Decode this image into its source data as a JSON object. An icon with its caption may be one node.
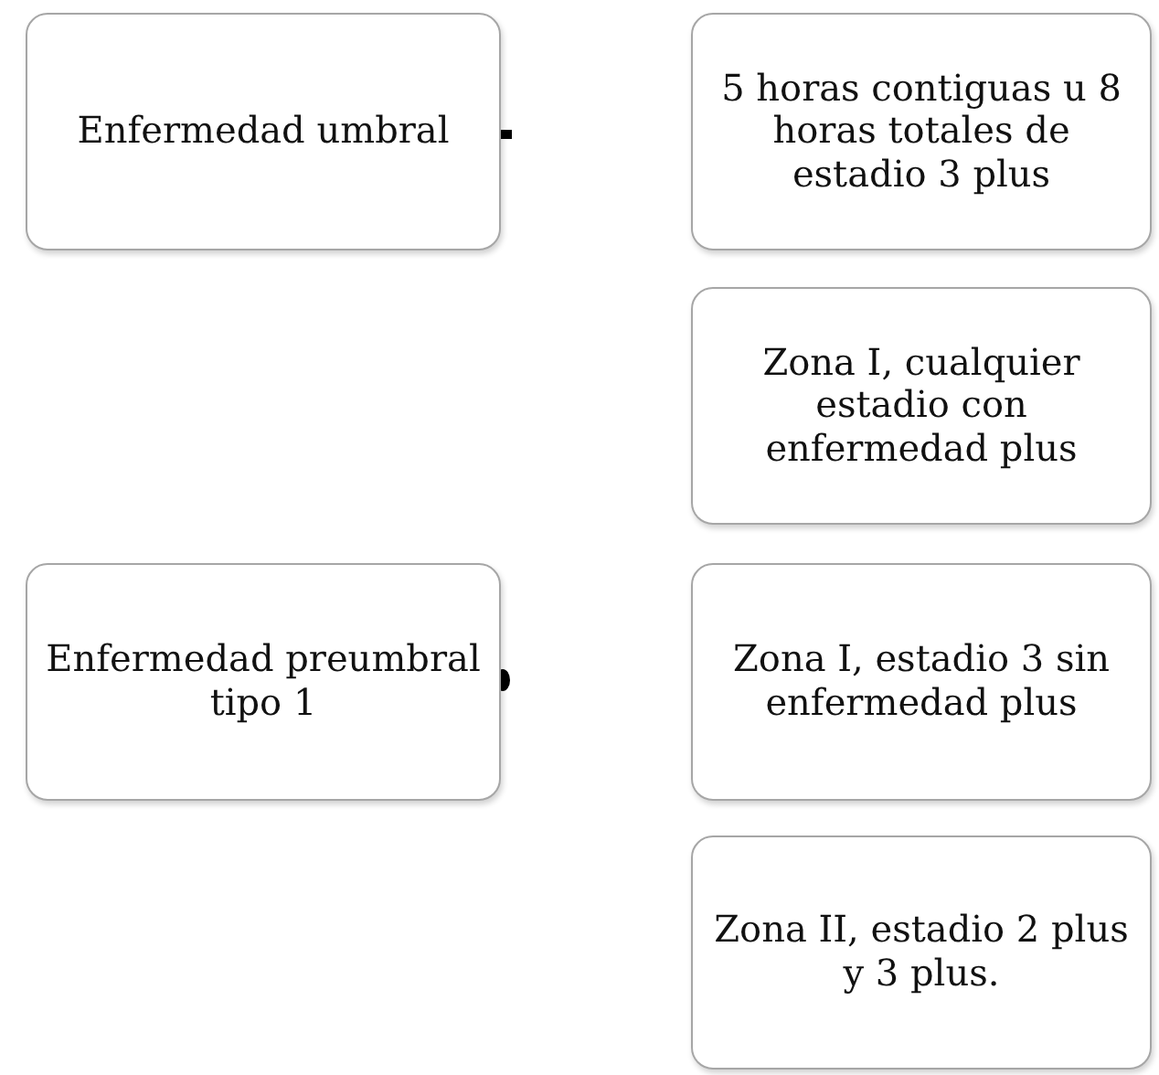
{
  "diagram": {
    "nodes": [
      {
        "text": [
          "Enfermedad umbral"
        ]
      },
      {
        "text": [
          "5 horas contiguas u 8 horas totales de estadio 3 plus"
        ]
      },
      {
        "text": [
          "Zona I, cualquier estadio con enfermedad plus"
        ]
      },
      {
        "text": [
          "Enfermedad preumbral tipo 1"
        ]
      },
      {
        "text": [
          "Zona I, estadio 3 sin enfermedad plus"
        ]
      },
      {
        "text": [
          "Zona II, estadio 2 plus y 3 plus."
        ]
      }
    ]
  }
}
